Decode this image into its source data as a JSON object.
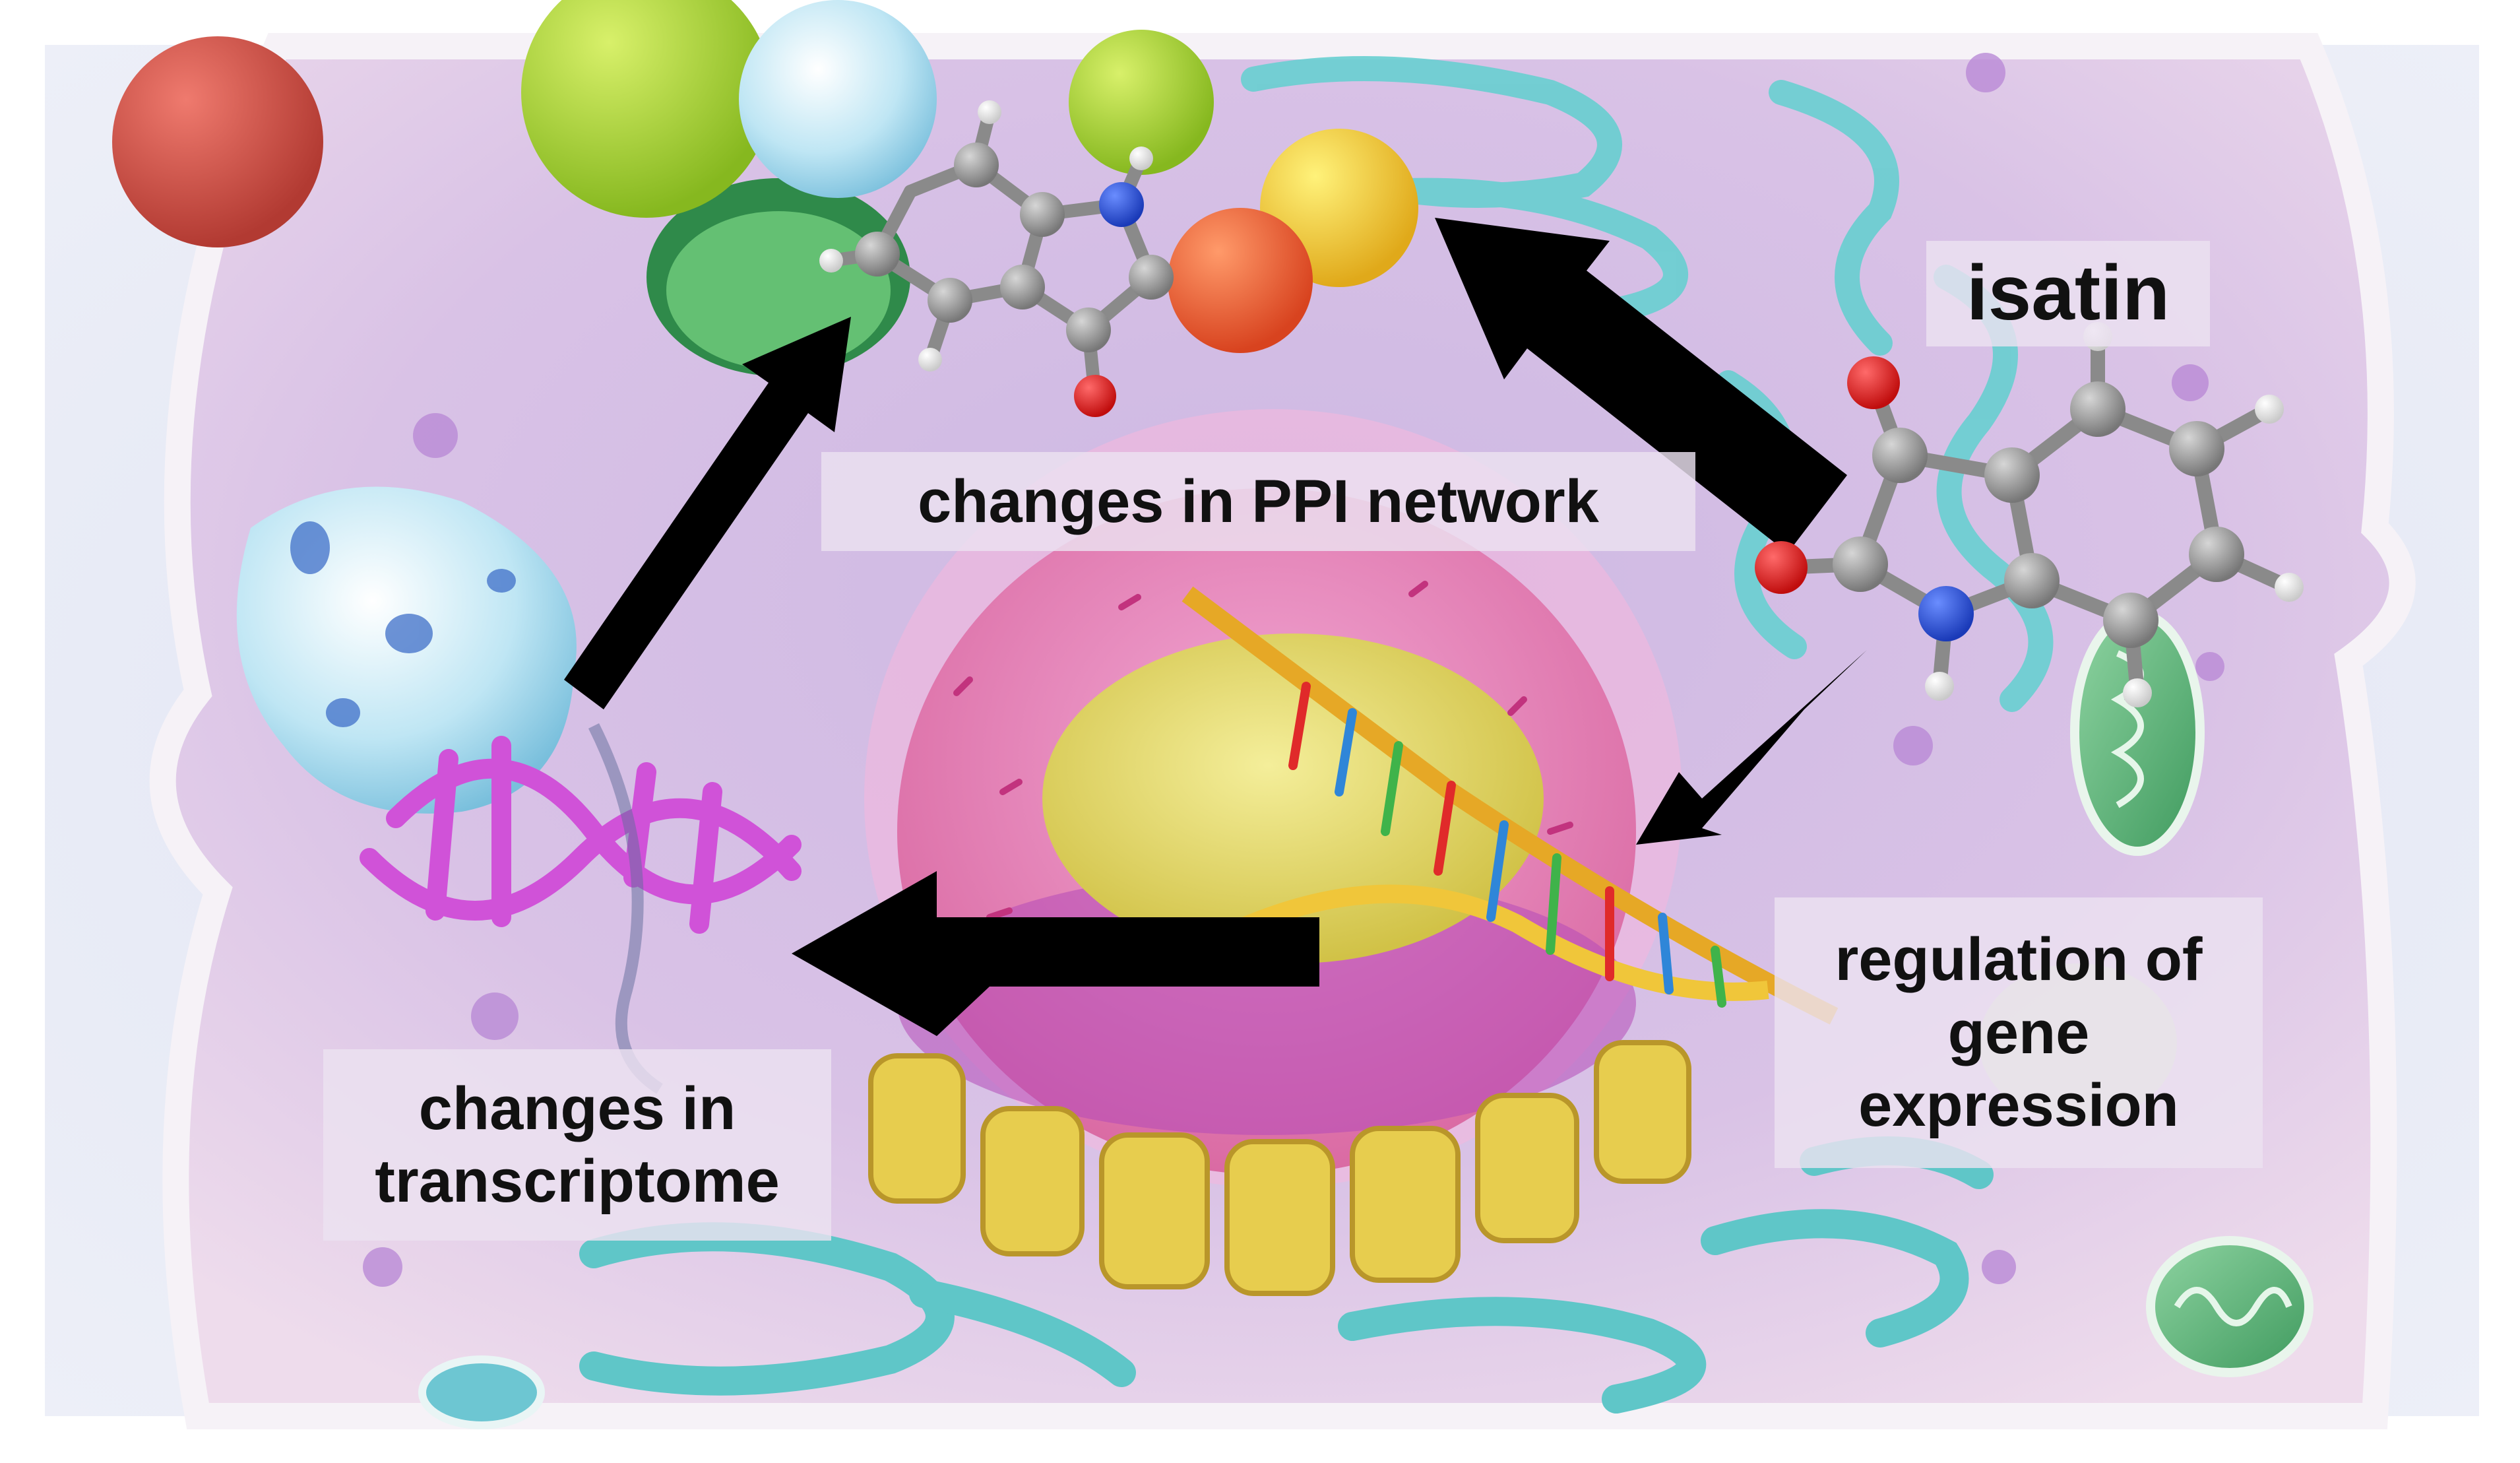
{
  "labels": {
    "isatin": "isatin",
    "ppi": "changes in PPI network",
    "regulation": "regulation of\ngene\nexpression",
    "transcriptome": "changes in\ntranscriptome"
  },
  "molecule": {
    "atoms": {
      "O": "O",
      "N": "N",
      "H": "H",
      "C": "C"
    }
  },
  "colors": {
    "arrow": "#000000",
    "cytoplasm": "#e6cde8",
    "nucleus": "#e98bbf",
    "nucleolus": "#e7df6a",
    "er": "#6ad3d3",
    "golgi": "#e2c84e",
    "dna_magenta": "#d05ad6",
    "dna_gold": "#e8b02a",
    "oxygen": "#e01e1e",
    "nitrogen": "#2453d6",
    "carbon": "#9a9a9a",
    "hydrogen": "#f2f2f2",
    "mitochondrion": "#57b77a",
    "sphere_red": "#c9453b",
    "sphere_green": "#9ccb2c",
    "sphere_yellow": "#f2c82a",
    "sphere_orange": "#e65a2e"
  }
}
